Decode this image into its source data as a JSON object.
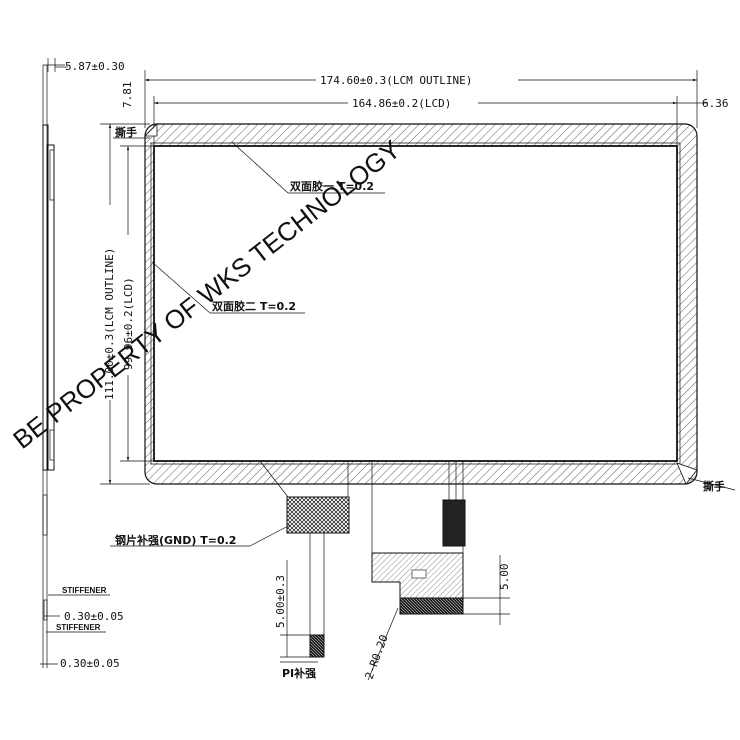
{
  "dimensions": {
    "thickness": "5.87±0.30",
    "lcm_width": "174.60±0.3(LCM OUTLINE)",
    "lcd_width": "164.86±0.2(LCD)",
    "right_margin": "6.36",
    "top_margin": "7.81",
    "lcm_height": "111.00±0.3(LCM OUTLINE)",
    "lcd_height": "99.96±0.2(LCD)",
    "tail_length": "5.00±0.3",
    "connector_length": "5.00",
    "corner_radius": "2-R0.20",
    "stiffener_thickness_1": "0.30±0.05",
    "stiffener_thickness_2": "0.30±0.05"
  },
  "labels": {
    "tear_tab_left": "撕手",
    "tear_tab_right": "撕手",
    "tape_1": "双面胶一 T=0.2",
    "tape_2": "双面胶二 T=0.2",
    "steel_stiffener": "钢片补强(GND) T=0.2",
    "pi_stiffener": "PI补强",
    "stiffener_1": "STIFFENER",
    "stiffener_2": "STIFFENER"
  },
  "watermark": "BE PROPERTY OF WKS TECHNOLOGY"
}
